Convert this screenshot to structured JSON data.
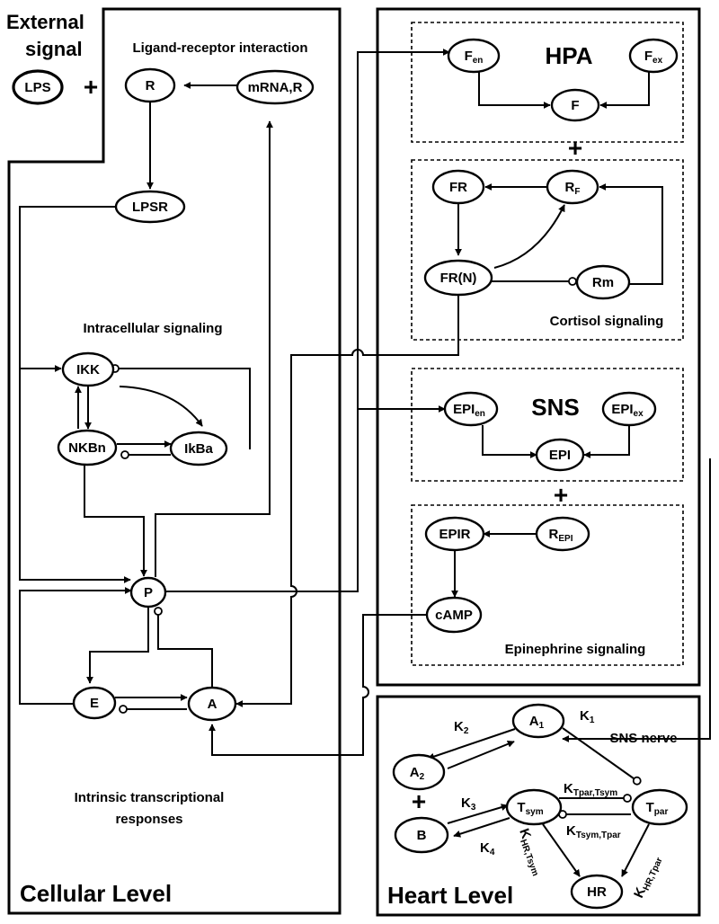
{
  "external": {
    "line1": "External",
    "line2": "signal",
    "lps": "LPS",
    "plus": "+"
  },
  "cell": {
    "ligand_title": "Ligand-receptor interaction",
    "intracellular_title": "Intracellular signaling",
    "intrinsic_line1": "Intrinsic transcriptional",
    "intrinsic_line2": "responses",
    "level_title": "Cellular Level",
    "nodes": {
      "R": "R",
      "mRNA": "mRNA,R",
      "LPSR": "LPSR",
      "IKK": "IKK",
      "NKBn": "NKBn",
      "IkBa": "IkBa",
      "P": "P",
      "E": "E",
      "A": "A"
    }
  },
  "hpa": {
    "title": "HPA",
    "F_en": {
      "base": "F",
      "sub": "en"
    },
    "F_ex": {
      "base": "F",
      "sub": "ex"
    },
    "F": "F",
    "plus": "+",
    "cortisol_title": "Cortisol signaling",
    "FR": "FR",
    "R_F": {
      "base": "R",
      "sub": "F"
    },
    "FRN": "FR(N)",
    "Rm": "Rm"
  },
  "sns": {
    "title": "SNS",
    "EPI_en": {
      "base": "EPI",
      "sub": "en"
    },
    "EPI_ex": {
      "base": "EPI",
      "sub": "ex"
    },
    "EPI": "EPI",
    "plus": "+",
    "EPIR": "EPIR",
    "R_EPI": {
      "base": "R",
      "sub": "EPI"
    },
    "cAMP": "cAMP",
    "epi_title": "Epinephrine  signaling"
  },
  "heart": {
    "level_title": "Heart Level",
    "A1": {
      "base": "A",
      "sub": "1"
    },
    "A2": {
      "base": "A",
      "sub": "2"
    },
    "B": "B",
    "plus": "+",
    "Tsym": {
      "base": "T",
      "sub": "sym"
    },
    "Tpar": {
      "base": "T",
      "sub": "par"
    },
    "HR": "HR",
    "K1": {
      "base": "K",
      "sub": "1"
    },
    "K2": {
      "base": "K",
      "sub": "2"
    },
    "K3": {
      "base": "K",
      "sub": "3"
    },
    "K4": {
      "base": "K",
      "sub": "4"
    },
    "K_Tpar_Tsym": {
      "base": "K",
      "sub": "Tpar,Tsym"
    },
    "K_Tsym_Tpar": {
      "base": "K",
      "sub": "Tsym,Tpar"
    },
    "K_HR_Tsym": {
      "base": "K",
      "sub": "HR,Tsym"
    },
    "K_HR_Tpar": {
      "base": "K",
      "sub": "HR,Tpar"
    },
    "sns_nerve": "SNS nerve"
  }
}
